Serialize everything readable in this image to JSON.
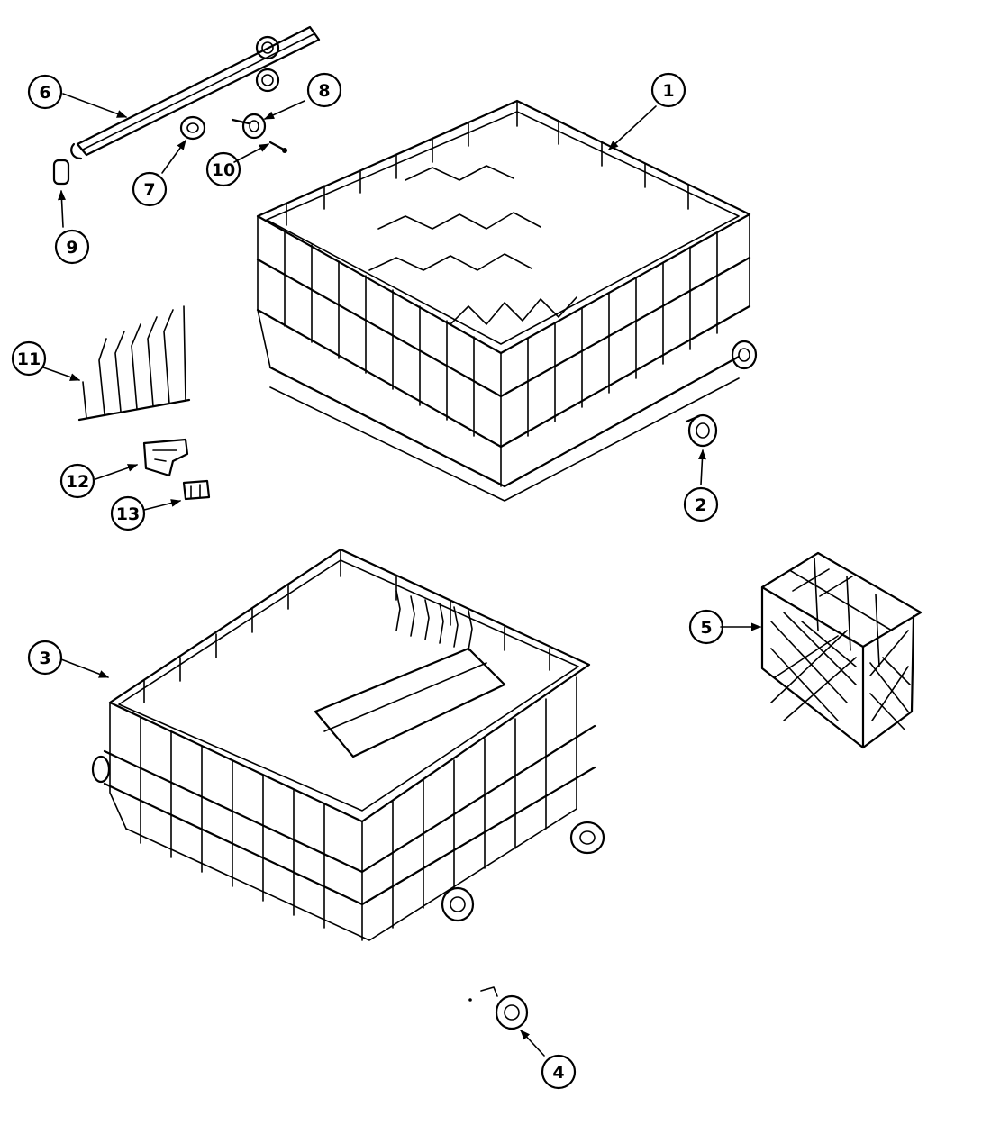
{
  "callouts": {
    "c1": "1",
    "c2": "2",
    "c3": "3",
    "c4": "4",
    "c5": "5",
    "c6": "6",
    "c7": "7",
    "c8": "8",
    "c9": "9",
    "c10": "10",
    "c11": "11",
    "c12": "12",
    "c13": "13"
  },
  "colors": {
    "ink": "#000000",
    "paper": "#ffffff"
  }
}
